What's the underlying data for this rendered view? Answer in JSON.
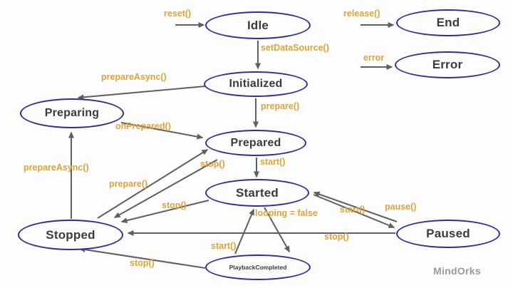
{
  "nodes": [
    {
      "id": "idle",
      "label": "Idle"
    },
    {
      "id": "end",
      "label": "End"
    },
    {
      "id": "error",
      "label": "Error"
    },
    {
      "id": "initialized",
      "label": "Initialized"
    },
    {
      "id": "preparing",
      "label": "Preparing"
    },
    {
      "id": "prepared",
      "label": "Prepared"
    },
    {
      "id": "started",
      "label": "Started"
    },
    {
      "id": "stopped",
      "label": "Stopped"
    },
    {
      "id": "paused",
      "label": "Paused"
    },
    {
      "id": "playback_completed",
      "label": "PlaybackCompleted"
    }
  ],
  "edges": [
    {
      "from": "entry",
      "to": "idle",
      "label": "reset()"
    },
    {
      "from": "idle",
      "to": "initialized",
      "label": "setDataSource()"
    },
    {
      "from": "entry",
      "to": "end",
      "label": "release()"
    },
    {
      "from": "entry",
      "to": "error",
      "label": "error"
    },
    {
      "from": "initialized",
      "to": "preparing",
      "label": "prepareAsync()"
    },
    {
      "from": "initialized",
      "to": "prepared",
      "label": "prepare()"
    },
    {
      "from": "preparing",
      "to": "prepared",
      "label": "onPrepared()"
    },
    {
      "from": "prepared",
      "to": "started",
      "label": "start()"
    },
    {
      "from": "prepared",
      "to": "stopped",
      "label": "stop()"
    },
    {
      "from": "stopped",
      "to": "preparing",
      "label": "prepareAsync()"
    },
    {
      "from": "stopped",
      "to": "prepared",
      "label": "prepare()"
    },
    {
      "from": "started",
      "to": "stopped",
      "label": "stop()"
    },
    {
      "from": "started",
      "to": "playback_completed",
      "label": "looping = false"
    },
    {
      "from": "playback_completed",
      "to": "started",
      "label": "start()"
    },
    {
      "from": "paused",
      "to": "started",
      "label": "start()"
    },
    {
      "from": "started",
      "to": "paused",
      "label": "pause()"
    },
    {
      "from": "paused",
      "to": "stopped",
      "label": "stop()"
    },
    {
      "from": "playback_completed",
      "to": "stopped",
      "label": "stop()"
    }
  ],
  "watermark": "MindOrks",
  "colors": {
    "node_border": "#2d2f92",
    "node_text": "#3b3b3b",
    "edge_label": "#dca33c",
    "arrow": "#5f5f5f",
    "watermark": "#9a9a9a",
    "background": "#fdfdfd"
  }
}
